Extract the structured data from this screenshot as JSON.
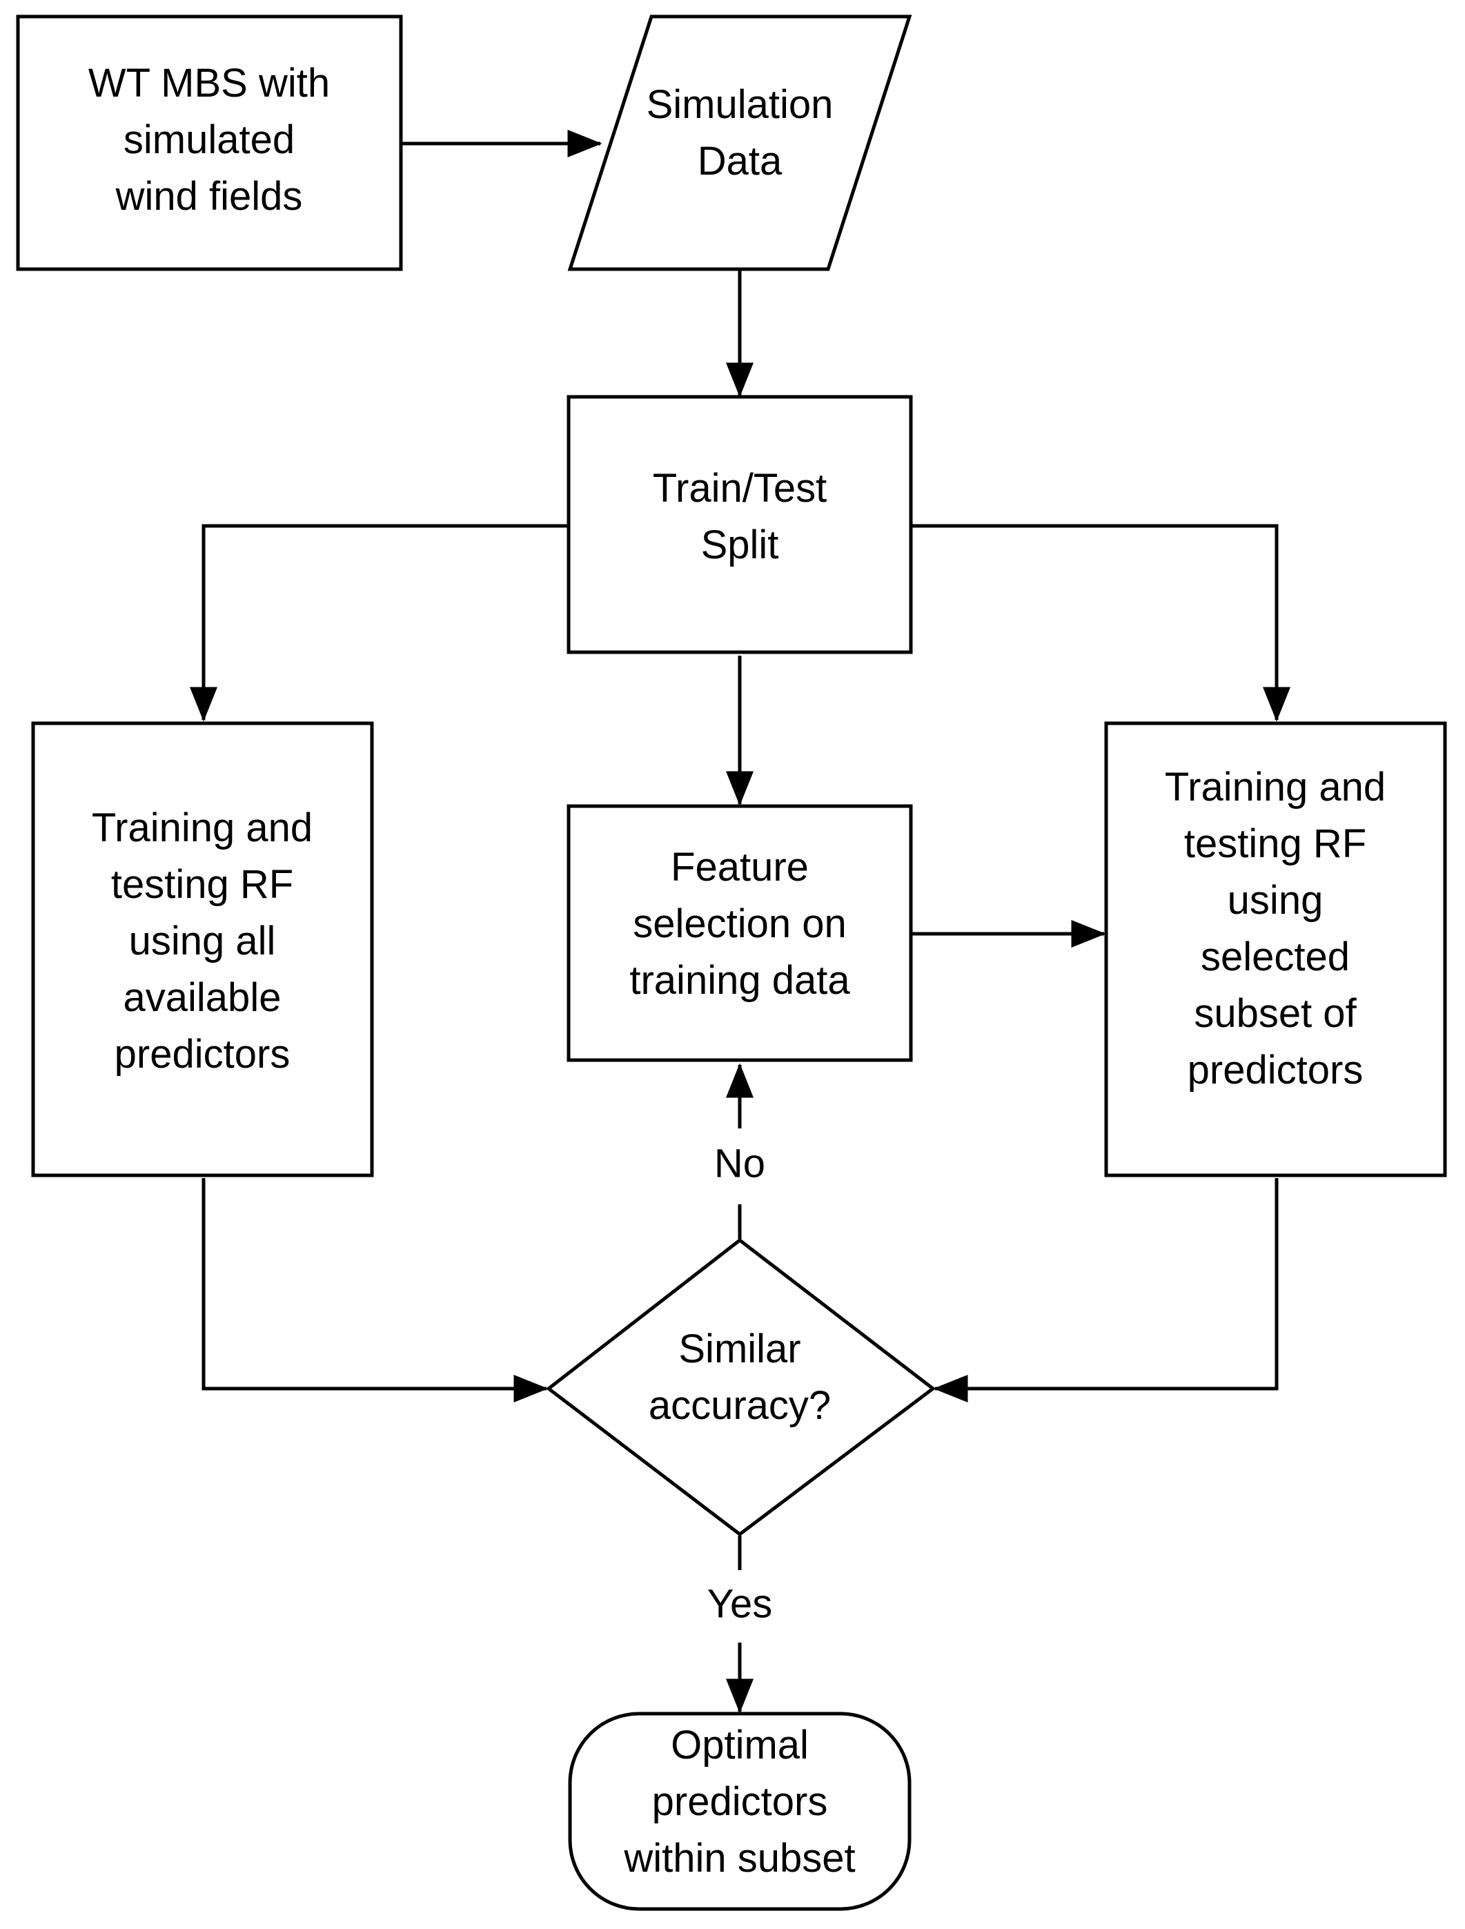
{
  "nodes": {
    "wt_mbs": {
      "lines": [
        "WT MBS with",
        "simulated",
        "wind fields"
      ]
    },
    "simulation_data": {
      "lines": [
        "Simulation",
        "Data"
      ]
    },
    "train_test_split": {
      "lines": [
        "Train/Test",
        "Split"
      ]
    },
    "training_all": {
      "lines": [
        "Training and",
        "testing RF",
        "using all",
        "available",
        "predictors"
      ]
    },
    "feature_selection": {
      "lines": [
        "Feature",
        "selection on",
        "training data"
      ]
    },
    "training_subset": {
      "lines": [
        "Training and",
        "testing RF",
        "using",
        "selected",
        "subset of",
        "predictors"
      ]
    },
    "similar_accuracy": {
      "lines": [
        "Similar",
        "accuracy?"
      ]
    },
    "optimal_predictors": {
      "lines": [
        "Optimal",
        "predictors",
        "within subset"
      ]
    }
  },
  "edge_labels": {
    "no": "No",
    "yes": "Yes"
  }
}
